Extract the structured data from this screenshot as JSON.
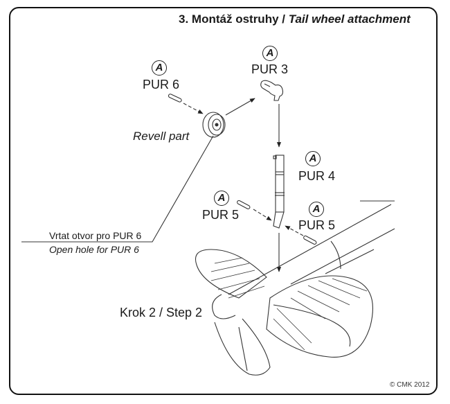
{
  "title": {
    "step_number": "3.",
    "czech": "Montáž ostruhy /",
    "english": "Tail wheel attachment"
  },
  "parts": [
    {
      "badge": "A",
      "label": "PUR 6"
    },
    {
      "badge": "A",
      "label": "PUR 3"
    },
    {
      "badge": "A",
      "label": "PUR 4"
    },
    {
      "badge": "A",
      "label": "PUR 5"
    },
    {
      "badge": "A",
      "label": "PUR 5"
    }
  ],
  "annotations": {
    "revell_part": "Revell part",
    "drill_czech": "Vrtat otvor pro PUR 6",
    "drill_english": "Open hole for PUR 6",
    "step_ref": "Krok 2 / Step 2"
  },
  "copyright": "© CMK 2012",
  "colors": {
    "line": "#222222",
    "background": "#ffffff"
  }
}
